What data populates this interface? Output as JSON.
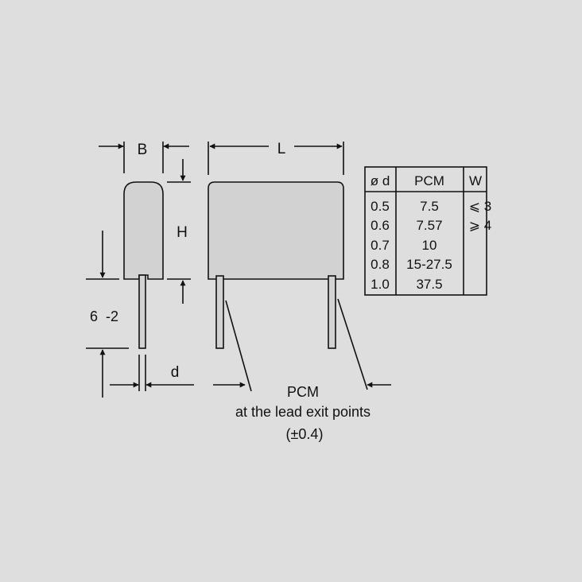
{
  "dimension_labels": {
    "width": "B",
    "height": "H",
    "length": "L",
    "lead_length": "6  -2",
    "lead_diameter": "d"
  },
  "note": {
    "line1": "PCM",
    "line2": "at the lead exit points",
    "line3": "(±0.4)"
  },
  "spec_table": {
    "headers": [
      "ø d",
      "PCM",
      "W"
    ],
    "rows": [
      [
        "0.5",
        "7.5",
        "⩽ 3"
      ],
      [
        "0.6",
        "7.57",
        "⩾ 4"
      ],
      [
        "0.7",
        "10",
        ""
      ],
      [
        "0.8",
        "15-27.5",
        ""
      ],
      [
        "1.0",
        "37.5",
        ""
      ]
    ]
  },
  "colors": {
    "background": "#dedede",
    "body_fill": "#d2d2d2",
    "line": "#111111"
  }
}
